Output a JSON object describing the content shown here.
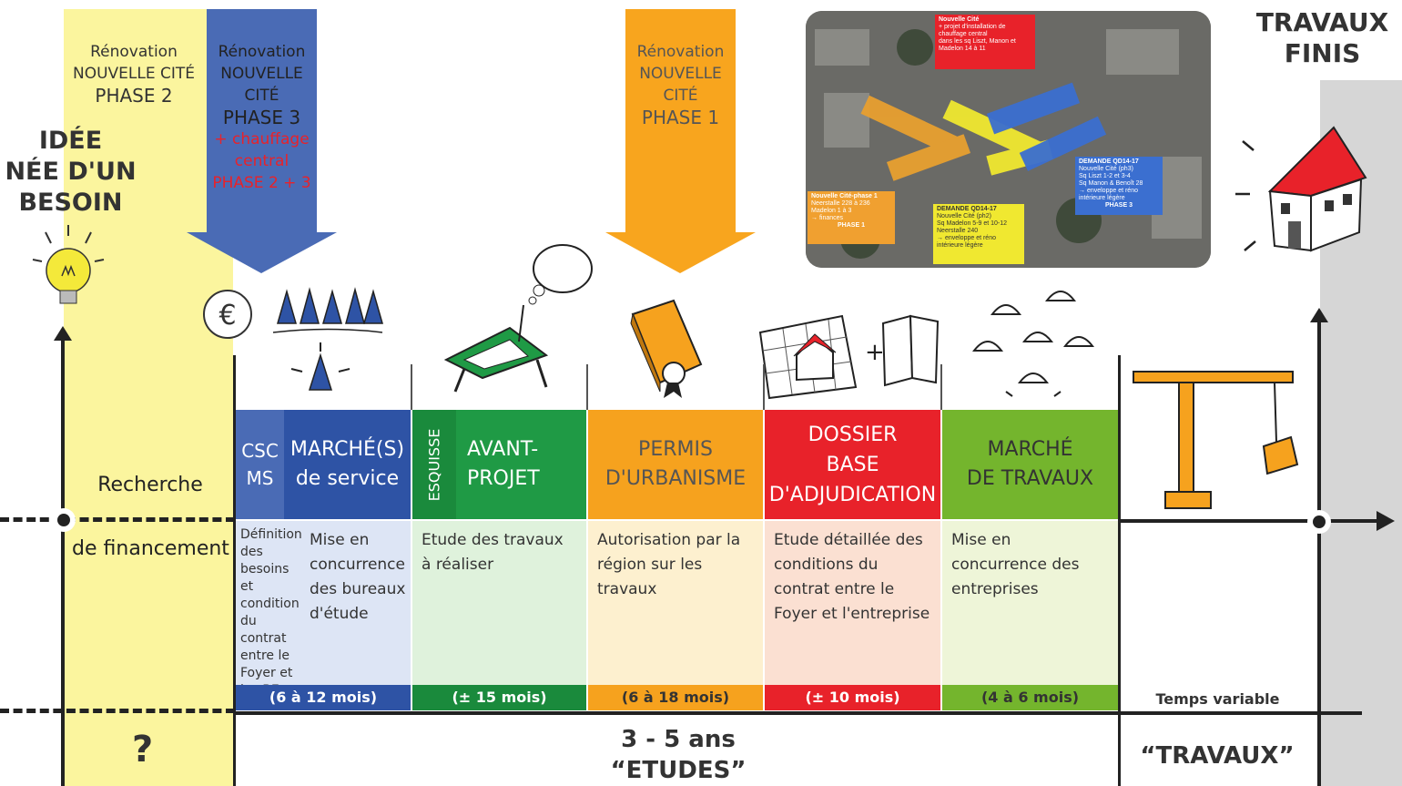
{
  "need": {
    "title_line1": "IDÉE",
    "title_line2": "NÉE D'UN",
    "title_line3": "BESOIN"
  },
  "done": {
    "line1": "TRAVAUX",
    "line2": "FINIS"
  },
  "financing": {
    "line1": "Recherche",
    "line2": "de financement",
    "question": "?"
  },
  "arrows": {
    "phase2": {
      "line1": "Rénovation",
      "line2": "NOUVELLE CITÉ",
      "line3": "PHASE 2"
    },
    "phase3": {
      "line1": "Rénovation",
      "line2": "NOUVELLE CITÉ",
      "line3": "PHASE 3",
      "line4": "+ chauffage",
      "line5": "central",
      "line6": "PHASE 2 + 3"
    },
    "phase1": {
      "line1": "Rénovation",
      "line2": "NOUVELLE CITÉ",
      "line3": "PHASE 1"
    }
  },
  "photo_labels": {
    "red": {
      "title": "Nouvelle Cité",
      "lines": [
        "+ projet d'installation de",
        "chauffage central",
        "dans les sq Liszt, Manon et",
        "Madelon 14 à 11"
      ]
    },
    "orange": {
      "title": "Nouvelle Cité-phase 1",
      "lines": [
        "Neerstalle 228 à 236",
        "Madelon 1 à 3",
        "→ finances"
      ],
      "footer": "PHASE 1"
    },
    "yellow": {
      "title": "DEMANDE QD14-17",
      "lines": [
        "Nouvelle Cité (ph2)",
        "Sq Madelon 5-9 et 10-12",
        "Neerstalle 240",
        "→ enveloppe et réno intérieure légère"
      ]
    },
    "blue": {
      "title": "DEMANDE QD14-17",
      "lines": [
        "Nouvelle Cité (ph3)",
        "Sq Liszt 1-2 et 3-4",
        "Sq Manon & Benoît 28",
        "→ enveloppe et réno intérieure légère"
      ],
      "footer": "PHASE 3"
    }
  },
  "phases": [
    {
      "key": "marche-service",
      "tag": "CSC MS",
      "tag_l1": "CSC",
      "tag_l2": "MS",
      "title_l1": "MARCHÉ(S)",
      "title_l2": "de service",
      "color": "#2e53a5",
      "light": "#dde5f5",
      "desc_left": "Définition des besoins et condition du contrat entre le Foyer et les BE.",
      "desc_right": "Mise en concurrence des bureaux d'étude",
      "duration": "(6 à 12 mois)"
    },
    {
      "key": "avant-projet",
      "tag": "ESQUISSE",
      "title_l1": "AVANT-",
      "title_l2": "PROJET",
      "color": "#1f9a45",
      "light": "#dff2dc",
      "desc": "Etude des travaux à réaliser",
      "duration": "(± 15 mois)"
    },
    {
      "key": "permis",
      "title_l1": "PERMIS",
      "title_l2": "D'URBANISME",
      "color": "#f6a21e",
      "light": "#fdf0cf",
      "desc": "Autorisation par la région sur les travaux",
      "duration": "(6 à 18 mois)"
    },
    {
      "key": "dossier",
      "title_l1": "DOSSIER",
      "title_l2": "BASE",
      "title_l3": "D'ADJUDICATION",
      "color": "#e8222a",
      "light": "#fbe0d2",
      "desc": "Etude détaillée des conditions du contrat entre le Foyer et l'entreprise",
      "duration": "(± 10 mois)"
    },
    {
      "key": "marche-travaux",
      "title_l1": "MARCHÉ",
      "title_l2": "DE TRAVAUX",
      "color": "#74b52d",
      "light": "#eef5d8",
      "desc": "Mise en concurrence des entreprises",
      "duration": "(4 à 6 mois)"
    }
  ],
  "variable_time": "Temps variable",
  "studies": {
    "line1": "3 - 5 ans",
    "line2": "“ETUDES”"
  },
  "works": "“TRAVAUX”"
}
